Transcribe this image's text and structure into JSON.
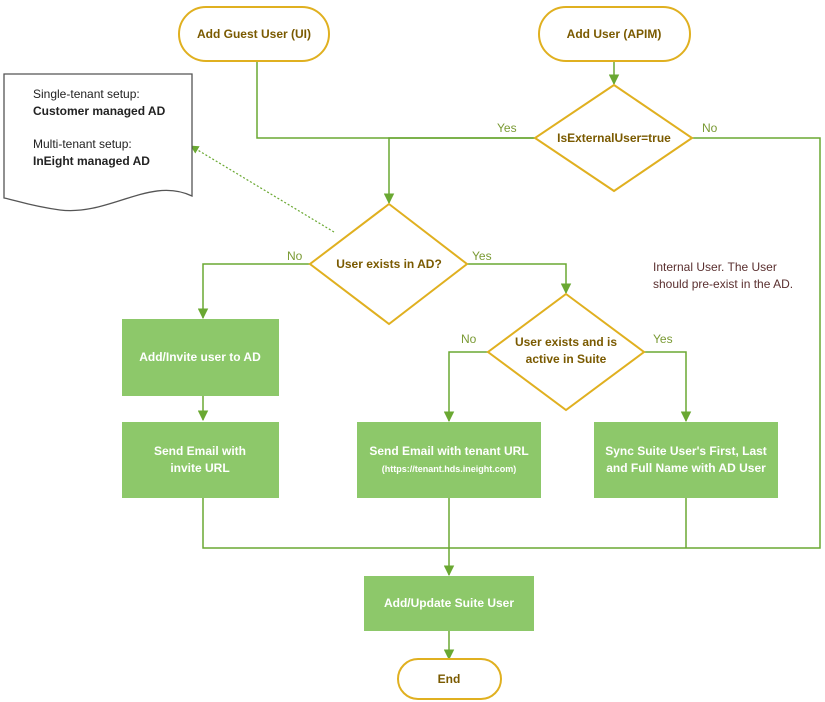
{
  "diagram": {
    "terminals": {
      "add_guest_user": "Add Guest User (UI)",
      "add_user_apim": "Add User (APIM)",
      "end": "End"
    },
    "decisions": {
      "is_external_user": "IsExternalUser=true",
      "user_exists_ad": "User exists in AD?",
      "user_exists_suite_line1": "User exists and is",
      "user_exists_suite_line2": "active in Suite"
    },
    "processes": {
      "add_invite": "Add/Invite user to AD",
      "send_invite_line1": "Send Email with",
      "send_invite_line2": "invite URL",
      "send_tenant_line1": "Send Email with tenant URL",
      "send_tenant_line2": "(https://tenant.hds.ineight.com)",
      "sync_line1": "Sync Suite User's First, Last",
      "sync_line2": "and Full Name with AD User",
      "add_update": "Add/Update Suite User"
    },
    "edge_labels": {
      "yes_external": "Yes",
      "no_external": "No",
      "no_ad": "No",
      "yes_ad": "Yes",
      "no_suite": "No",
      "yes_suite": "Yes"
    },
    "note": {
      "line1": "Internal User. The User",
      "line2": "should pre-exist in the AD."
    },
    "document": {
      "line1": "Single-tenant setup:",
      "line2": "Customer managed AD",
      "line3": "Multi-tenant setup:",
      "line4": "InEight managed AD"
    },
    "colors": {
      "terminal_stroke": "#e0b020",
      "decision_stroke": "#e0b020",
      "process_fill": "#8dc86a",
      "connector": "#6aa832",
      "document_stroke": "#555555"
    }
  }
}
